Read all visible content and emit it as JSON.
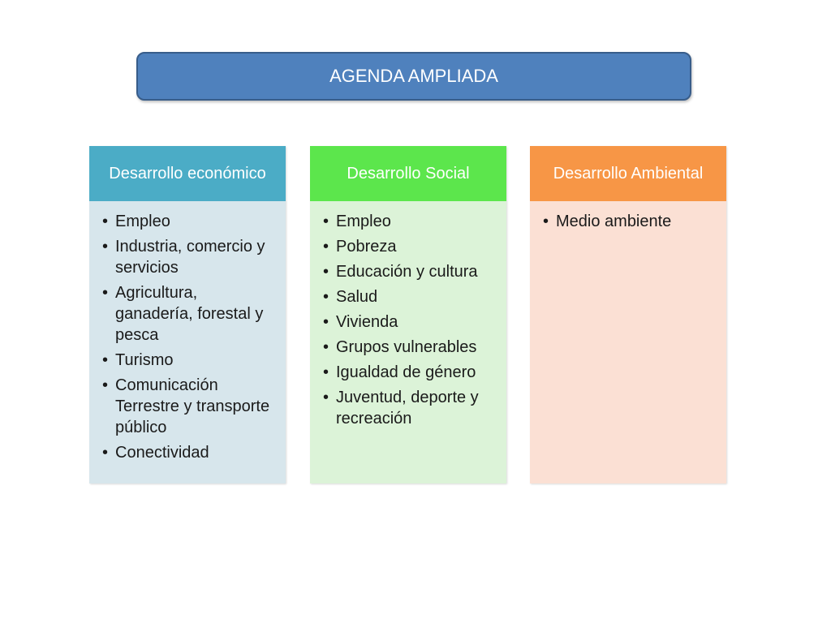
{
  "title": "AGENDA AMPLIADA",
  "colors": {
    "title_fill": "#4f81bd",
    "economico_header": "#4bacc6",
    "economico_body": "#d7e6ec",
    "social_header": "#5ce64c",
    "social_body": "#dcf3d8",
    "ambiental_header": "#f79646",
    "ambiental_body": "#fbe0d4"
  },
  "columns": [
    {
      "header": "Desarrollo económico",
      "items": [
        "Empleo",
        "Industria, comercio y servicios",
        "Agricultura, ganadería, forestal y pesca",
        "Turismo",
        "Comunicación Terrestre y transporte público",
        "Conectividad"
      ]
    },
    {
      "header": "Desarrollo Social",
      "items": [
        "Empleo",
        "Pobreza",
        "Educación y cultura",
        "Salud",
        "Vivienda",
        "Grupos vulnerables",
        "Igualdad de género",
        "Juventud, deporte y recreación"
      ]
    },
    {
      "header": "Desarrollo Ambiental",
      "items": [
        "Medio ambiente"
      ]
    }
  ]
}
